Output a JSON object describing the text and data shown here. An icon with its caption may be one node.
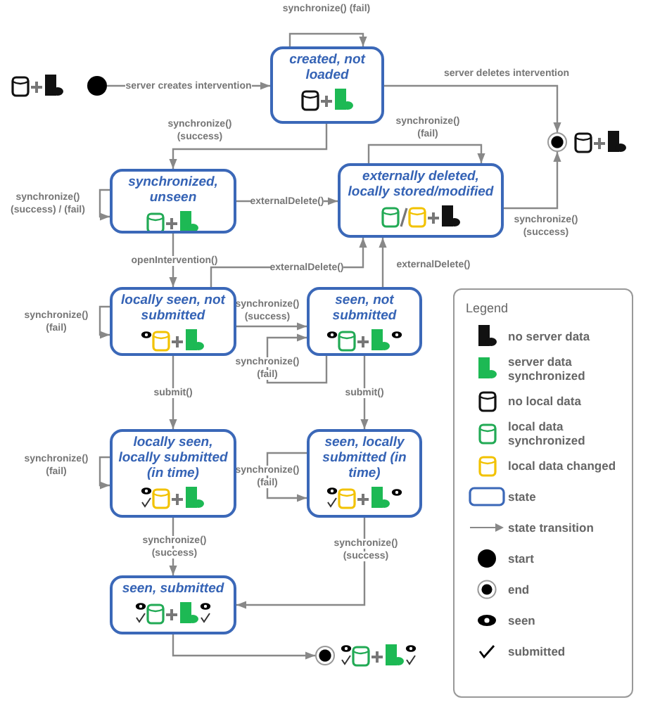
{
  "diagram": {
    "nodes": [
      {
        "text": [],
        "shape": "circle"
      },
      {
        "text": [
          "created, not loaded"
        ]
      },
      {
        "text": [],
        "shape": "bullseye"
      },
      {
        "text": [
          "synchronized, unseen"
        ]
      },
      {
        "text": [
          "externally deleted, locally stored/modified"
        ]
      },
      {
        "text": [
          "locally seen, not submitted"
        ]
      },
      {
        "text": [
          "seen, not submitted"
        ]
      },
      {
        "text": [
          "locally seen, locally submitted (in time)"
        ]
      },
      {
        "text": [
          "seen, locally submitted (in time)"
        ]
      },
      {
        "text": [
          "seen, submitted"
        ]
      },
      {
        "text": [],
        "shape": "bullseye"
      }
    ],
    "edges": [
      {
        "from": 1,
        "to": 1,
        "arrow": "to",
        "label": "synchronize() (fail)"
      },
      {
        "from": 0,
        "to": 1,
        "arrow": "to",
        "label": "server creates intervention"
      },
      {
        "from": 1,
        "to": 2,
        "arrow": "to",
        "label": "server deletes intervention"
      },
      {
        "from": 1,
        "to": 3,
        "arrow": "to",
        "label": "synchronize() (success)"
      },
      {
        "from": 3,
        "to": 3,
        "arrow": "to",
        "label": "synchronize() (success) / (fail)"
      },
      {
        "from": 3,
        "to": 4,
        "arrow": "to",
        "label": "externalDelete()"
      },
      {
        "from": 4,
        "to": 4,
        "arrow": "to",
        "label": "synchronize() (fail)"
      },
      {
        "from": 4,
        "to": 2,
        "arrow": "to",
        "label": "synchronize() (success)"
      },
      {
        "from": 3,
        "to": 5,
        "arrow": "to",
        "label": "openIntervention()"
      },
      {
        "from": 5,
        "to": 4,
        "arrow": "to",
        "label": "externalDelete()"
      },
      {
        "from": 6,
        "to": 4,
        "arrow": "to",
        "label": "externalDelete()"
      },
      {
        "from": 5,
        "to": 5,
        "arrow": "to",
        "label": "synchronize() (fail)"
      },
      {
        "from": 5,
        "to": 6,
        "arrow": "to",
        "label": "synchronize() (success)"
      },
      {
        "from": 6,
        "to": 6,
        "arrow": "to",
        "label": "synchronize() (fail)"
      },
      {
        "from": 5,
        "to": 7,
        "arrow": "to",
        "label": "submit()"
      },
      {
        "from": 6,
        "to": 8,
        "arrow": "to",
        "label": "submit()"
      },
      {
        "from": 7,
        "to": 7,
        "arrow": "to",
        "label": "synchronize() (fail)"
      },
      {
        "from": 8,
        "to": 8,
        "arrow": "to",
        "label": "synchronize() (fail)"
      },
      {
        "from": 7,
        "to": 9,
        "arrow": "to",
        "label": "synchronize() (success)"
      },
      {
        "from": 8,
        "to": 9,
        "arrow": "to",
        "label": "synchronize() (success)"
      },
      {
        "from": 9,
        "to": 10,
        "arrow": "to"
      }
    ],
    "labels": [
      "Legend"
    ],
    "legend": [
      {
        "text": "no server data"
      },
      {
        "text": "server data synchronized"
      },
      {
        "text": "no local data"
      },
      {
        "text": "local data synchronized"
      },
      {
        "text": "local data changed"
      },
      {
        "text": "state"
      },
      {
        "text": "state transition"
      },
      {
        "text": "start"
      },
      {
        "text": "end"
      },
      {
        "text": "seen"
      },
      {
        "text": "submitted"
      }
    ]
  }
}
